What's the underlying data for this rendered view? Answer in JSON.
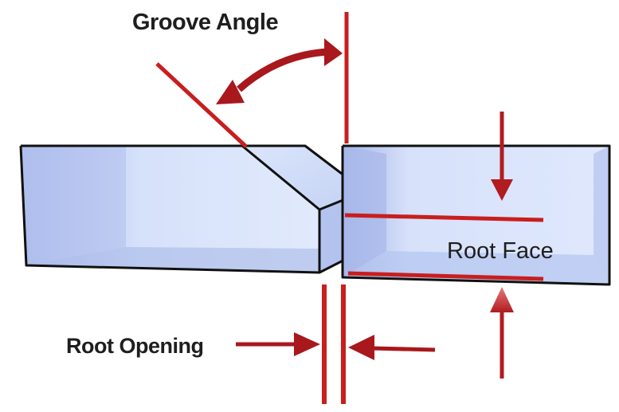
{
  "labels": {
    "groove_angle": "Groove Angle",
    "root_face": "Root Face",
    "root_opening": "Root Opening"
  },
  "colors": {
    "marker": "#c81e1e",
    "arrow": "#a8181c",
    "arrow_light": "#e06a6a",
    "plate_light": "#dce6fb",
    "plate_mid": "#bdcdf2",
    "plate_dark": "#9fb0e2",
    "outline": "#111111",
    "text": "#1e1e1e"
  }
}
